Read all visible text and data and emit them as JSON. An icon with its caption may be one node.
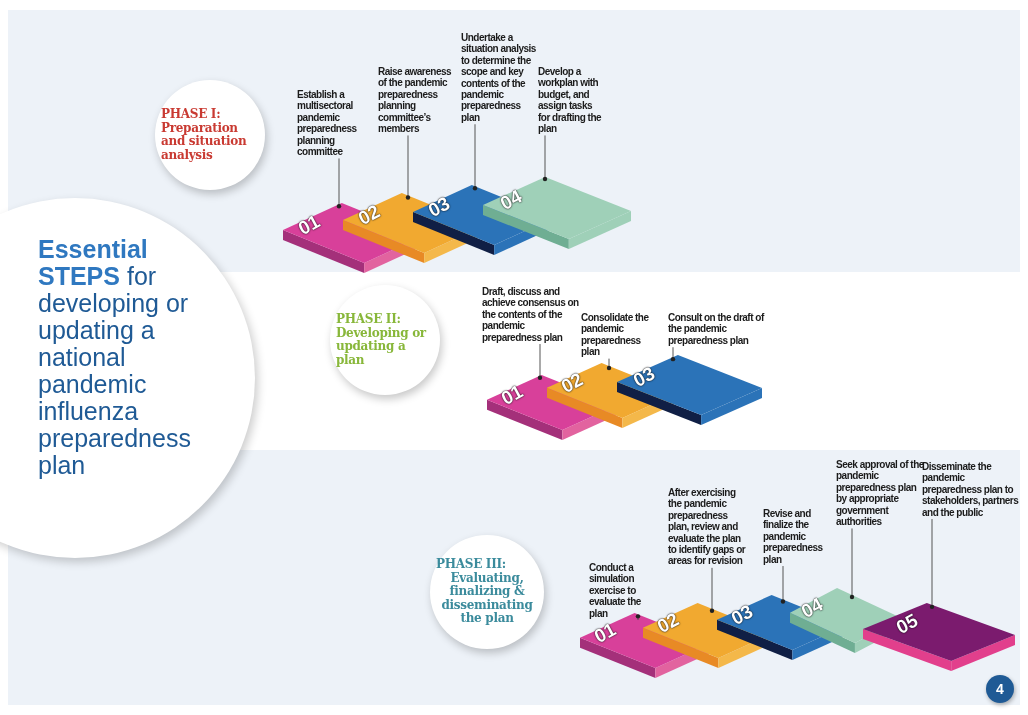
{
  "diagram": {
    "nodes": [
      {
        "text": [
          "**Essential STEPS** for developing or updating a national pandemic influenza preparedness plan"
        ]
      },
      {
        "text": [
          "PHASE I:",
          "Preparation and situation analysis"
        ]
      },
      {
        "text": [
          "Establish a multisectoral pandemic preparedness planning committee"
        ]
      },
      {
        "text": [
          "Raise awareness of the pandemic preparedness planning committee’s members"
        ]
      },
      {
        "text": [
          "Undertake a situation analysis to determine the scope and key contents of the pandemic preparedness plan"
        ]
      },
      {
        "text": [
          "Develop a workplan with budget, and assign tasks for drafting the plan"
        ]
      },
      {
        "text": [
          "01"
        ]
      },
      {
        "text": [
          "02"
        ]
      },
      {
        "text": [
          "03"
        ]
      },
      {
        "text": [
          "04"
        ]
      },
      {
        "text": [
          "PHASE II:",
          "Developing or updating a plan"
        ]
      },
      {
        "text": [
          "Draft, discuss and achieve consensus on the contents of the pandemic preparedness plan"
        ]
      },
      {
        "text": [
          "Consolidate the pandemic preparedness plan"
        ]
      },
      {
        "text": [
          "Consult on the draft of the pandemic preparedness plan"
        ]
      },
      {
        "text": [
          "01"
        ]
      },
      {
        "text": [
          "02"
        ]
      },
      {
        "text": [
          "03"
        ]
      },
      {
        "text": [
          "PHASE III:",
          "Evaluating, finalizing & disseminating the plan"
        ]
      },
      {
        "text": [
          "Conduct a simulation exercise to evaluate the plan"
        ]
      },
      {
        "text": [
          "After exercising the pandemic preparedness plan, review and evaluate the plan to identify gaps or areas for revision"
        ]
      },
      {
        "text": [
          "Revise and finalize the pandemic preparedness plan"
        ]
      },
      {
        "text": [
          "Seek approval of the pandemic preparedness plan by appropriate government authorities"
        ]
      },
      {
        "text": [
          "Disseminate the pandemic preparedness plan to stakeholders, partners and the public"
        ]
      },
      {
        "text": [
          "01"
        ]
      },
      {
        "text": [
          "02"
        ]
      },
      {
        "text": [
          "03"
        ]
      },
      {
        "text": [
          "04"
        ]
      },
      {
        "text": [
          "05"
        ]
      }
    ],
    "edges": [
      {
        "from": 2,
        "to": 6,
        "arrow": "other"
      },
      {
        "from": 3,
        "to": 7,
        "arrow": "other"
      },
      {
        "from": 4,
        "to": 8,
        "arrow": "other"
      },
      {
        "from": 5,
        "to": 9,
        "arrow": "other"
      },
      {
        "from": 11,
        "to": 14,
        "arrow": "other"
      },
      {
        "from": 12,
        "to": 15,
        "arrow": "other"
      },
      {
        "from": 13,
        "to": 16,
        "arrow": "other"
      },
      {
        "from": 18,
        "to": 23,
        "arrow": "other"
      },
      {
        "from": 19,
        "to": 24,
        "arrow": "other"
      },
      {
        "from": 20,
        "to": 25,
        "arrow": "other"
      },
      {
        "from": 21,
        "to": 26,
        "arrow": "other"
      },
      {
        "from": 22,
        "to": 27,
        "arrow": "other"
      }
    ],
    "labels": [
      "4"
    ]
  }
}
